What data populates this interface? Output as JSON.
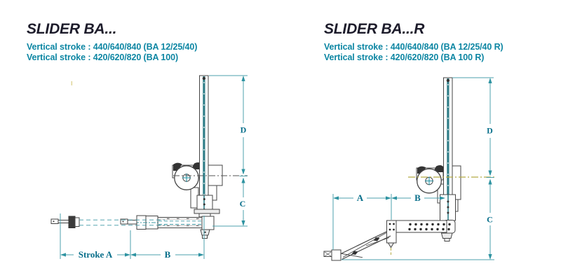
{
  "left": {
    "title": "SLIDER BA...",
    "subtitle1": "Vertical stroke : 440/640/840 (BA 12/25/40)",
    "subtitle2": "Vertical stroke : 420/620/820 (BA 100)",
    "dims": {
      "stroke_a": "Stroke A",
      "b": "B",
      "c": "C",
      "d": "D"
    }
  },
  "right": {
    "title": "SLIDER BA...R",
    "subtitle1": "Vertical stroke : 440/640/840 (BA 12/25/40 R)",
    "subtitle2": "Vertical stroke : 420/620/820 (BA 100 R)",
    "dims": {
      "a": "A",
      "b": "B",
      "c": "C",
      "d": "D"
    }
  },
  "colors": {
    "title_text": "#1d1c2b",
    "teal_text": "#0d86a3",
    "dimension_line": "#4da0ac",
    "dimension_label": "#076e8a",
    "centerline_olive": "#b5aa44",
    "drawing_line": "#444444",
    "background": "#ffffff"
  }
}
